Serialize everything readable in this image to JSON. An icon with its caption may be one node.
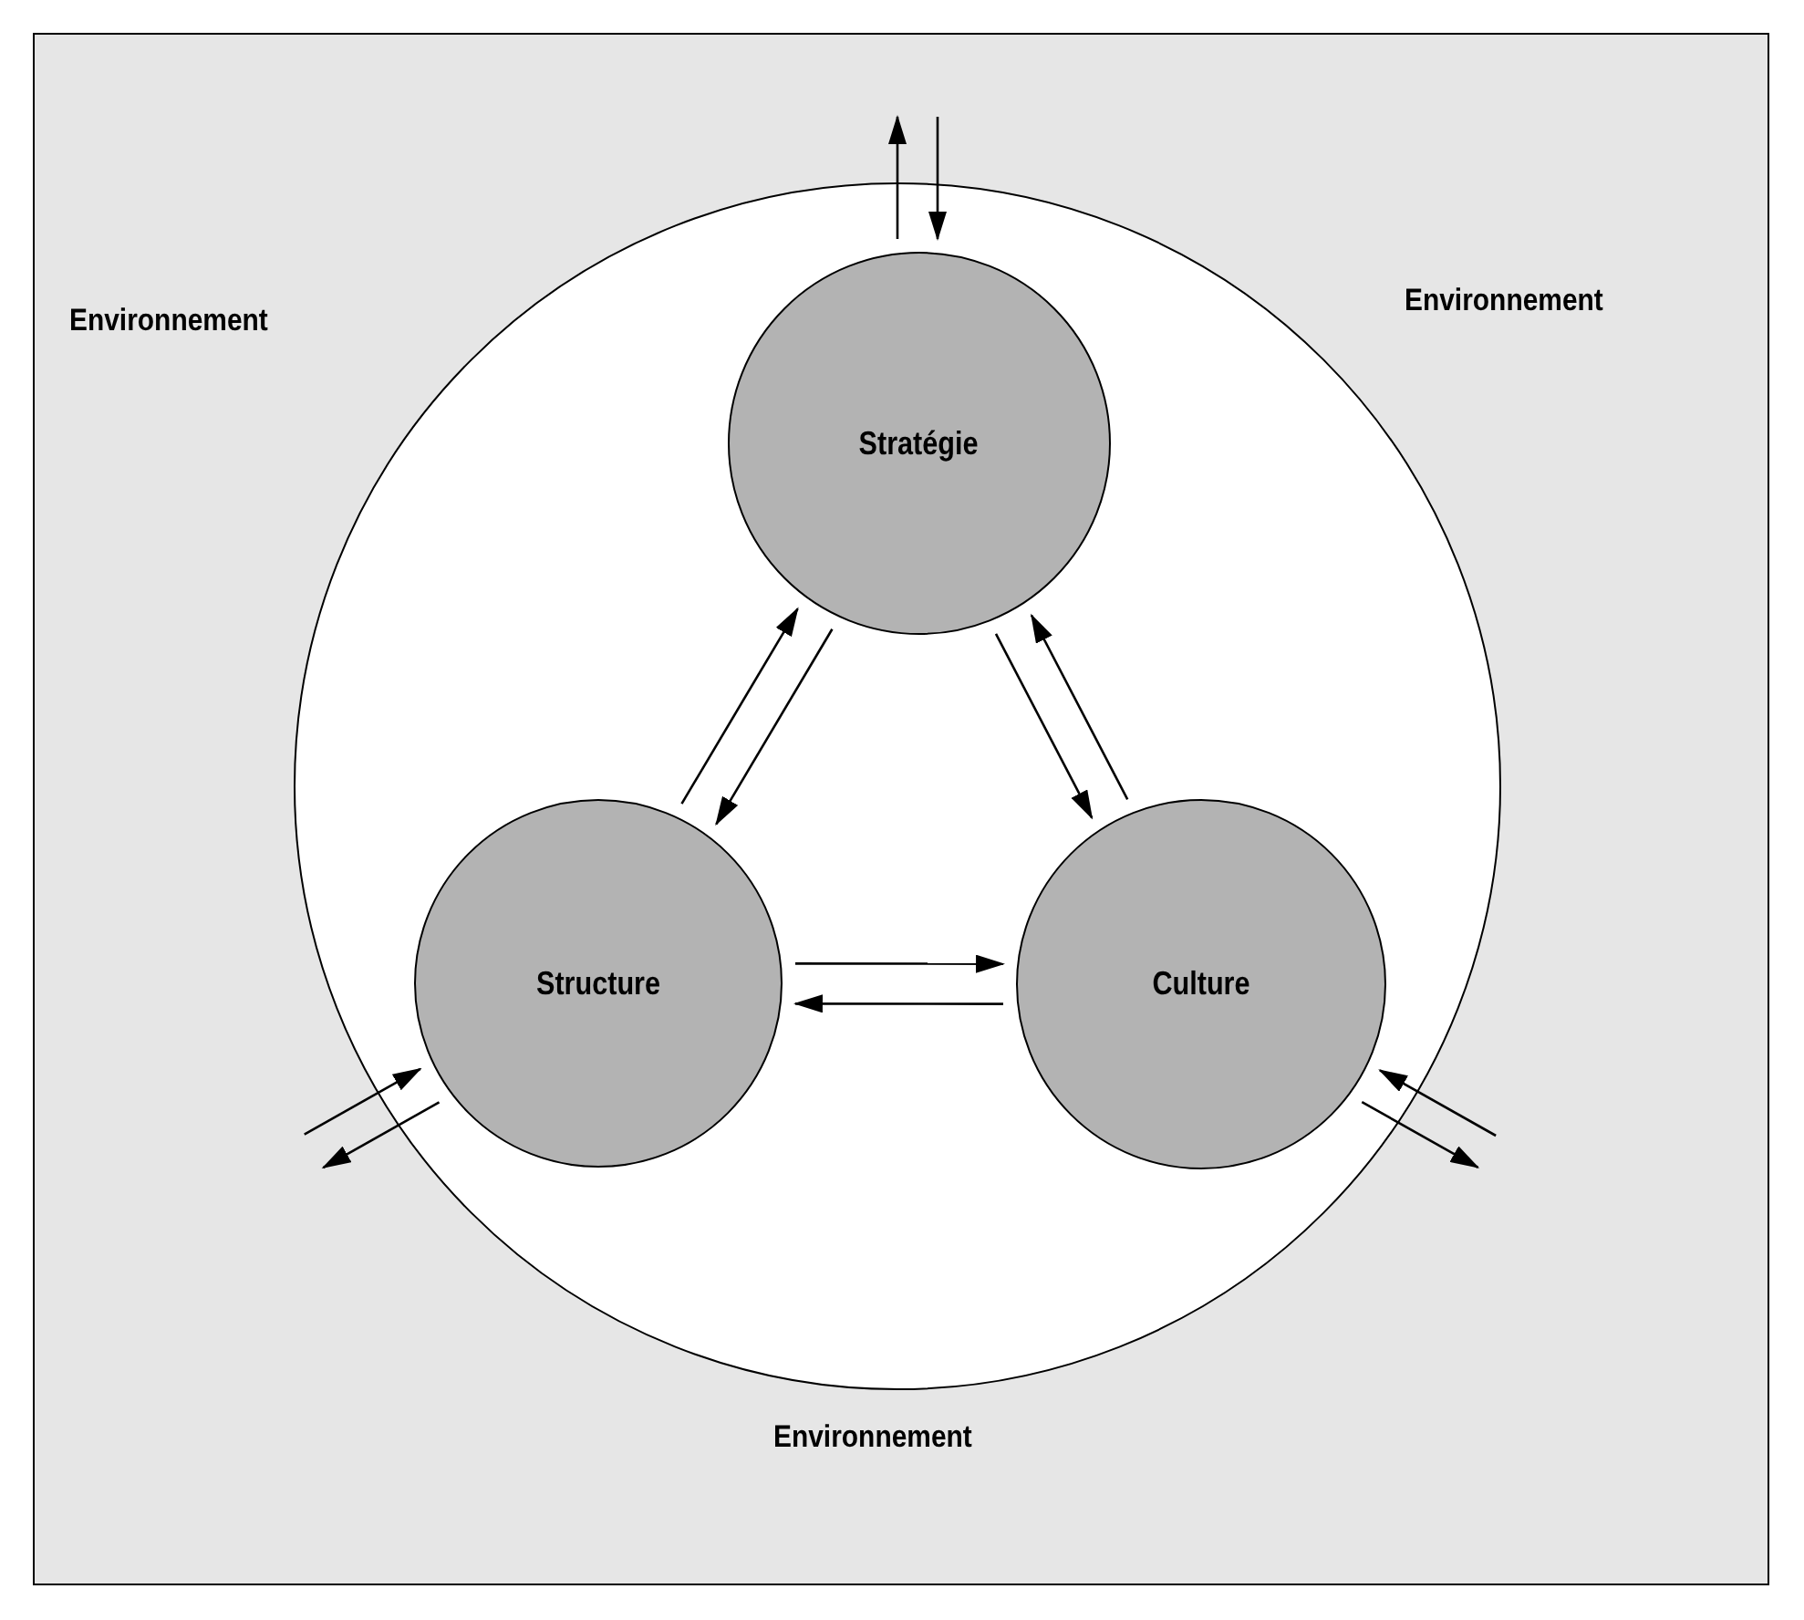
{
  "diagram": {
    "nodes": [
      {
        "text": [],
        "shape": "circle"
      },
      {
        "text": [
          "Stratégie"
        ],
        "in": 0
      },
      {
        "text": [
          "Structure"
        ],
        "in": 0
      },
      {
        "text": [
          "Culture"
        ],
        "in": 0
      }
    ],
    "edges": [
      {
        "from": 1,
        "to": null,
        "arrow": "to"
      },
      {
        "from": null,
        "to": 1,
        "arrow": "to"
      },
      {
        "from": 2,
        "to": 1,
        "arrow": "to"
      },
      {
        "from": 1,
        "to": 2,
        "arrow": "to"
      },
      {
        "from": 1,
        "to": 3,
        "arrow": "to"
      },
      {
        "from": 3,
        "to": 1,
        "arrow": "to"
      },
      {
        "from": 2,
        "to": 3,
        "arrow": "to"
      },
      {
        "from": 3,
        "to": 2,
        "arrow": "to"
      },
      {
        "from": null,
        "to": 2,
        "arrow": "to"
      },
      {
        "from": 2,
        "to": null,
        "arrow": "to"
      },
      {
        "from": null,
        "to": 3,
        "arrow": "to"
      },
      {
        "from": 3,
        "to": null,
        "arrow": "to"
      }
    ],
    "labels": [
      "Environnement",
      "Environnement",
      "Environnement"
    ]
  }
}
